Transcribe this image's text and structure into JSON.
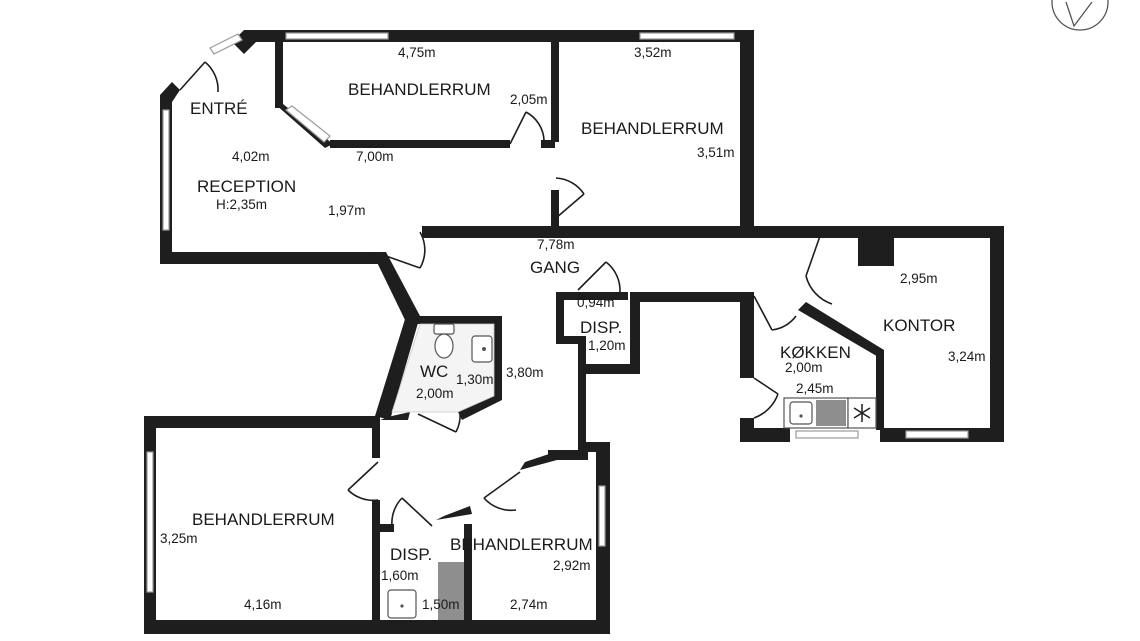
{
  "rooms": {
    "entre": "ENTRÉ",
    "reception": "RECEPTION",
    "reception_height": "H:2,35m",
    "behandler_top": "BEHANDLERRUM",
    "behandler_topright": "BEHANDLERRUM",
    "gang": "GANG",
    "disp_center": "DISP.",
    "wc": "WC",
    "kokken": "KØKKEN",
    "kontor": "KONTOR",
    "behandler_bottomleft": "BEHANDLERRUM",
    "behandler_bottom": "BEHANDLERRUM",
    "disp_bottom": "DISP."
  },
  "dimensions": {
    "d_475": "4,75m",
    "d_352": "3,52m",
    "d_205": "2,05m",
    "d_402": "4,02m",
    "d_700": "7,00m",
    "d_351": "3,51m",
    "d_197": "1,97m",
    "d_778": "7,78m",
    "d_094": "0,94m",
    "d_120": "1,20m",
    "d_295": "2,95m",
    "d_324": "3,24m",
    "d_380": "3,80m",
    "d_130": "1,30m",
    "d_200_wc": "2,00m",
    "d_200_k": "2,00m",
    "d_245": "2,45m",
    "d_325": "3,25m",
    "d_416": "4,16m",
    "d_160": "1,60m",
    "d_150": "1,50m",
    "d_274": "2,74m",
    "d_292": "2,92m"
  },
  "icons": {
    "compass": "compass-icon",
    "toilet": "toilet-icon",
    "sink": "sink-icon",
    "freezer": "snowflake-icon"
  }
}
